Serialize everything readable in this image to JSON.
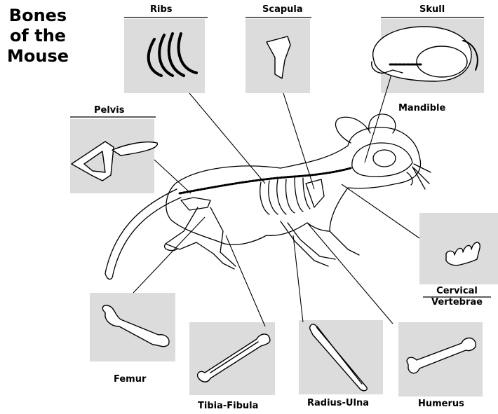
{
  "title": "Bones\nof the\nMouse",
  "labels": {
    "ribs": "Ribs",
    "scapula": "Scapula",
    "skull": "Skull",
    "mandible": "Mandible",
    "pelvis": "Pelvis",
    "cervical": "Cervical\nVertebrae",
    "femur": "Femur",
    "tibia": "Tibia-Fibula",
    "radius": "Radius-Ulna",
    "humerus": "Humerus"
  },
  "colors": {
    "panel": "#dcdcdc",
    "ink": "#000000",
    "paper": "#ffffff"
  }
}
